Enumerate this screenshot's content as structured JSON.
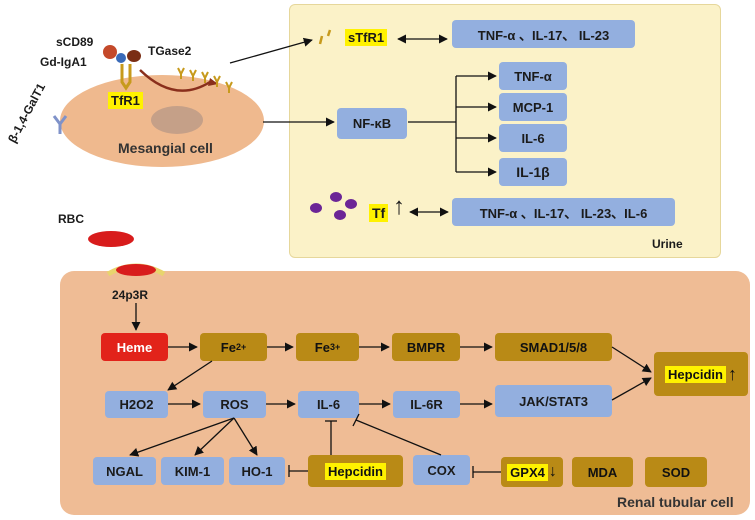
{
  "panels": {
    "urine_label": "Urine",
    "renal_label": "Renal tubular cell",
    "mesangial_label": "Mesangial cell"
  },
  "mesangial": {
    "scd89": "sCD89",
    "gd_iga1": "Gd-IgA1",
    "tgase2": "TGase2",
    "tfr1": "TfR1",
    "galt1": "β-1,4-GalT1"
  },
  "urine": {
    "stfr1": "sTfR1",
    "stfr1_targets": "TNF-α 、IL-17、 IL-23",
    "nfkb": "NF-κB",
    "nfkb_targets": [
      "TNF-α",
      "MCP-1",
      "IL-6",
      "IL-1β"
    ],
    "tf": "Tf",
    "tf_trend": "↑",
    "tf_targets": "TNF-α 、IL-17、 IL-23、IL-6"
  },
  "rbc": {
    "label": "RBC",
    "receptor": "24p3R"
  },
  "renal": {
    "heme": "Heme",
    "fe2_base": "Fe",
    "fe2_sup": "2+",
    "fe3_base": "Fe",
    "fe3_sup": "3+",
    "bmpr": "BMPR",
    "smad": "SMAD1/5/8",
    "hepcidin_right": "Hepcidin",
    "hepcidin_right_trend": "↑",
    "h2o2": "H2O2",
    "ros": "ROS",
    "il6": "IL-6",
    "il6r": "IL-6R",
    "jak": "JAK/STAT3",
    "ngal": "NGAL",
    "kim1": "KIM-1",
    "ho1": "HO-1",
    "hepcidin": "Hepcidin",
    "cox": "COX",
    "gpx4": "GPX4",
    "gpx4_trend": "↓",
    "mda": "MDA",
    "sod": "SOD"
  }
}
